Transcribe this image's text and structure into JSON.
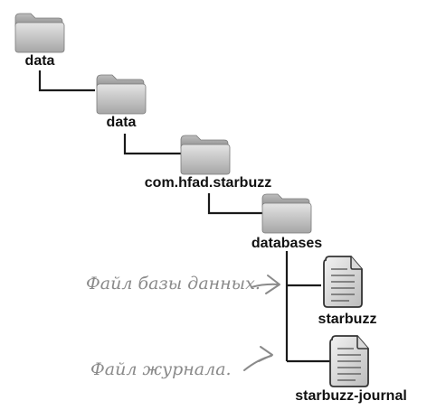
{
  "tree": {
    "nodes": [
      {
        "id": "data-root",
        "label": "data",
        "kind": "folder"
      },
      {
        "id": "data-child",
        "label": "data",
        "kind": "folder"
      },
      {
        "id": "package",
        "label": "com.hfad.starbuzz",
        "kind": "folder"
      },
      {
        "id": "databases",
        "label": "databases",
        "kind": "folder"
      },
      {
        "id": "starbuzz",
        "label": "starbuzz",
        "kind": "file"
      },
      {
        "id": "journal",
        "label": "starbuzz-journal",
        "kind": "file"
      }
    ]
  },
  "annotations": {
    "db_file": "Файл базы данных.",
    "journal_file": "Файл журнала."
  }
}
